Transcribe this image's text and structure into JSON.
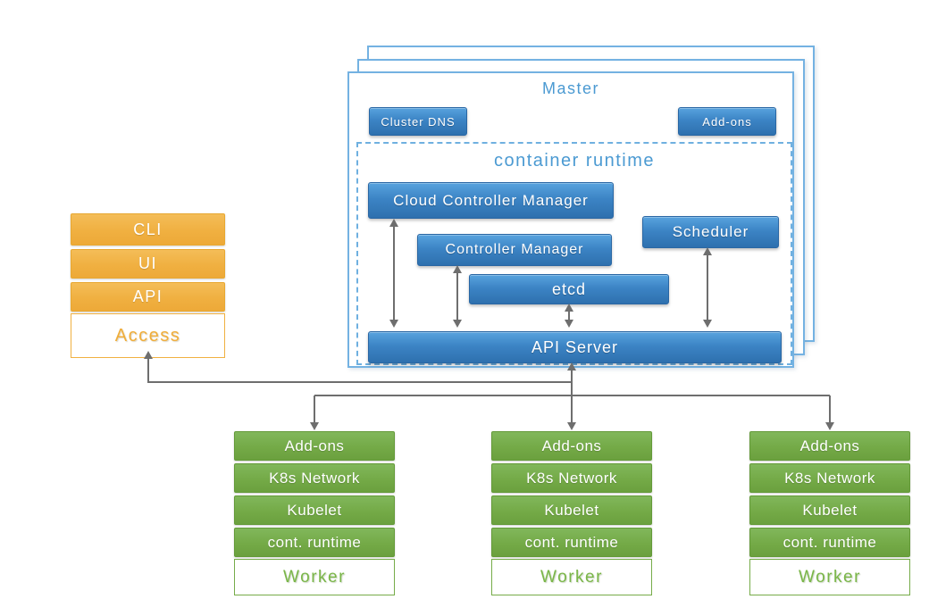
{
  "master": {
    "label": "Master",
    "cluster_dns_label": "Cluster DNS",
    "addons_label": "Add-ons",
    "runtime": {
      "label": "container runtime",
      "cloud_controller_manager": "Cloud Controller Manager",
      "controller_manager": "Controller Manager",
      "etcd": "etcd",
      "scheduler": "Scheduler",
      "api_server": "API Server"
    }
  },
  "access": {
    "label": "Access",
    "items": [
      "CLI",
      "UI",
      "API"
    ]
  },
  "worker": {
    "label": "Worker",
    "rows": [
      "Add-ons",
      "K8s Network",
      "Kubelet",
      "cont. runtime"
    ],
    "count": "3"
  },
  "colors": {
    "blue_border": "#74b2e2",
    "blue_text": "#4b9ad2",
    "blue_box_top": "#58a3de",
    "blue_box_bottom": "#2e70ae",
    "orange_box": "#f0b041",
    "orange_text": "#f0ad39",
    "green_box": "#74aa47",
    "green_text": "#7ab648",
    "arrow_gray": "#6e6e6e",
    "background": "#ffffff"
  }
}
